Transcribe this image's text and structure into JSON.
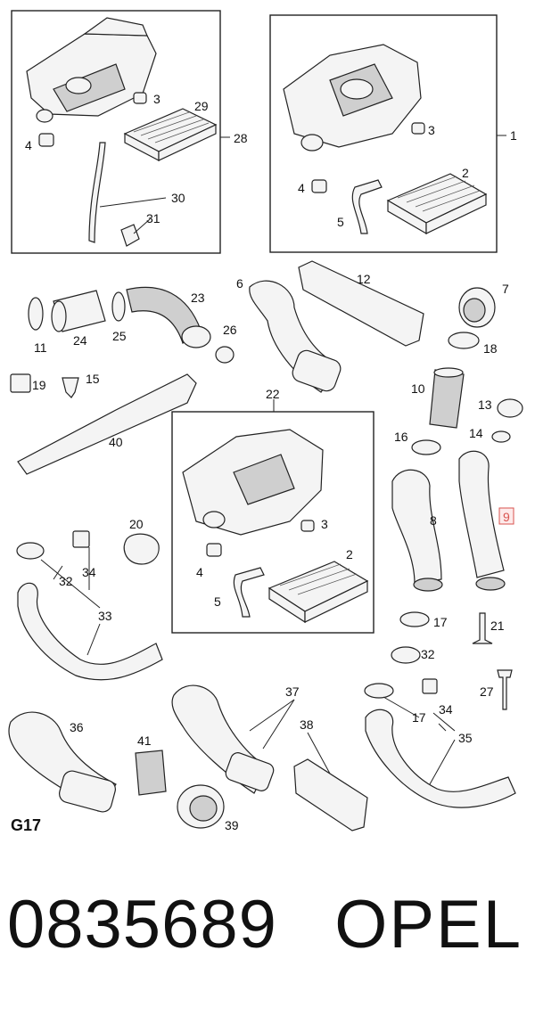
{
  "diagram_code": "G17",
  "part_number": "0835689",
  "brand": "OPEL",
  "highlighted_callout": "9",
  "callouts": {
    "c1": "1",
    "c2a": "2",
    "c2b": "2",
    "c3a": "3",
    "c3b": "3",
    "c3c": "3",
    "c4a": "4",
    "c4b": "4",
    "c4c": "4",
    "c5a": "5",
    "c5b": "5",
    "c6": "6",
    "c7": "7",
    "c8": "8",
    "c9": "9",
    "c10": "10",
    "c11": "11",
    "c12": "12",
    "c13": "13",
    "c14": "14",
    "c15": "15",
    "c16": "16",
    "c17a": "17",
    "c17b": "17",
    "c18": "18",
    "c19": "19",
    "c20": "20",
    "c21": "21",
    "c22": "22",
    "c23": "23",
    "c24": "24",
    "c25": "25",
    "c26": "26",
    "c27": "27",
    "c28": "28",
    "c29": "29",
    "c30": "30",
    "c31": "31",
    "c32a": "32",
    "c32b": "32",
    "c33": "33",
    "c34a": "34",
    "c34b": "34",
    "c35": "35",
    "c36": "36",
    "c37": "37",
    "c38": "38",
    "c39": "39",
    "c40": "40",
    "c41": "41"
  }
}
